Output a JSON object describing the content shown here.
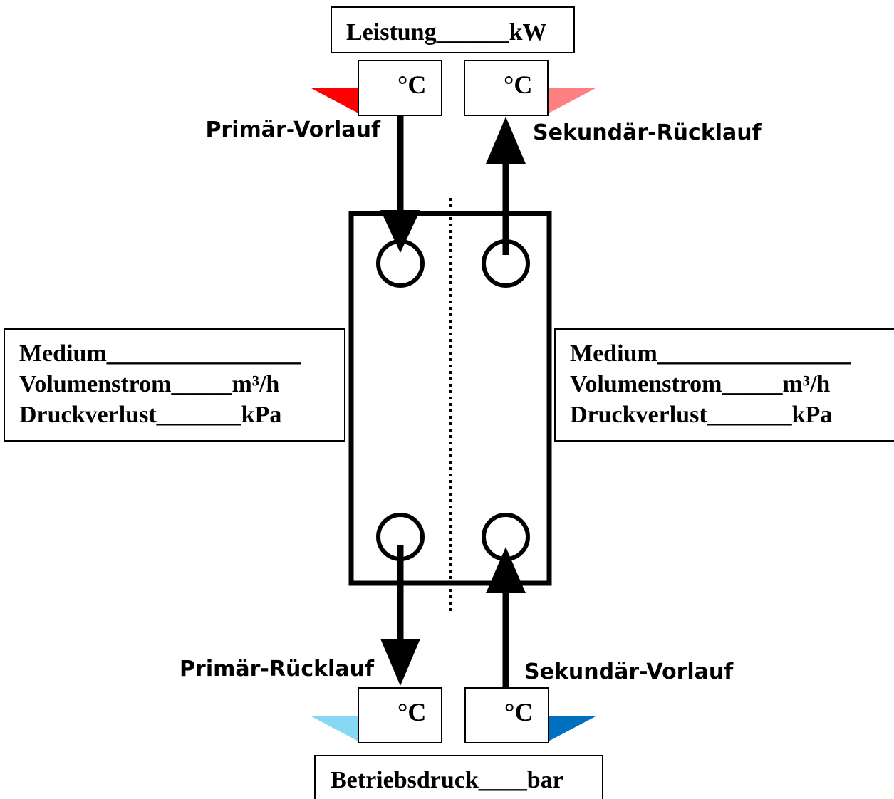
{
  "power_box": {
    "text": "Leistung______kW"
  },
  "temp_unit": "°C",
  "flows": {
    "primary_supply": "Primär-Vorlauf",
    "secondary_return": "Sekundär-Rücklauf",
    "primary_return": "Primär-Rücklauf",
    "secondary_supply": "Sekundär-Vorlauf"
  },
  "left_panel": {
    "medium": "Medium________________",
    "volume": "Volumenstrom_____m³/h",
    "pressure": "Druckverlust_______kPa"
  },
  "right_panel": {
    "medium": "Medium________________",
    "volume": "Volumenstrom_____m³/h",
    "pressure": "Druckverlust_______kPa"
  },
  "pressure_box": {
    "text": "Betriebsdruck____bar"
  },
  "colors": {
    "primary_supply": "#ff0000",
    "secondary_return": "#ff8080",
    "primary_return": "#87d8f5",
    "secondary_supply": "#0070c0"
  }
}
